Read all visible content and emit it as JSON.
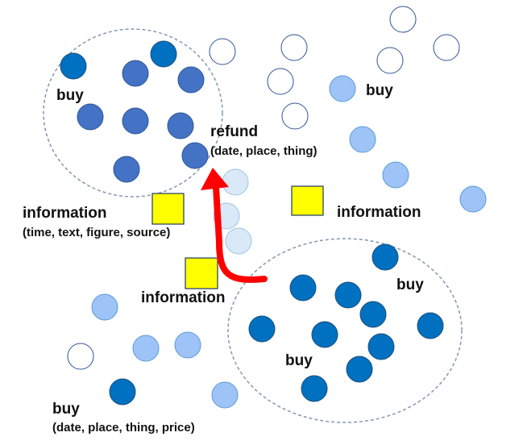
{
  "colors": {
    "dark_blue": "#4472C4",
    "deep_blue": "#0070C0",
    "light_blue": "#9DC3F7",
    "pale_blue": "#DAE9F7",
    "white_circle_stroke": "#2F5597",
    "cluster_border": "#8497B0",
    "info_square": "#FFFF00",
    "arrow": "#FF0000"
  },
  "labels": {
    "buy_top_left": "buy",
    "buy_top_right": "buy",
    "refund_title": "refund",
    "refund_detail": "(date, place, thing)",
    "info_left_title": "information",
    "info_left_detail": "(time, text, figure, source)",
    "info_right_title": "information",
    "info_middle_title": "information",
    "buy_cluster_right": "buy",
    "buy_cluster_bottom": "buy",
    "buy_bottom_left_title": "buy",
    "buy_bottom_left_detail": "(date, place, thing, price)"
  }
}
